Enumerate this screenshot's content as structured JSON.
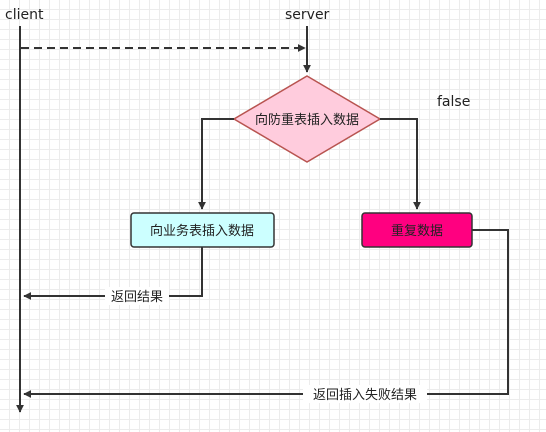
{
  "diagram": {
    "lanes": {
      "client": "client",
      "server": "server"
    },
    "decision": {
      "label": "向防重表插入数据"
    },
    "branch_label_false": "false",
    "process_insert": {
      "label": "向业务表插入数据"
    },
    "process_duplicate": {
      "label": "重复数据"
    },
    "return_result": "返回结果",
    "return_failure": "返回插入失败结果",
    "colors": {
      "decision_fill": "#ffccdd",
      "decision_stroke": "#b85450",
      "insert_fill": "#ccffff",
      "insert_stroke": "#333333",
      "duplicate_fill": "#ff0080",
      "duplicate_stroke": "#333333",
      "line": "#333333"
    }
  }
}
